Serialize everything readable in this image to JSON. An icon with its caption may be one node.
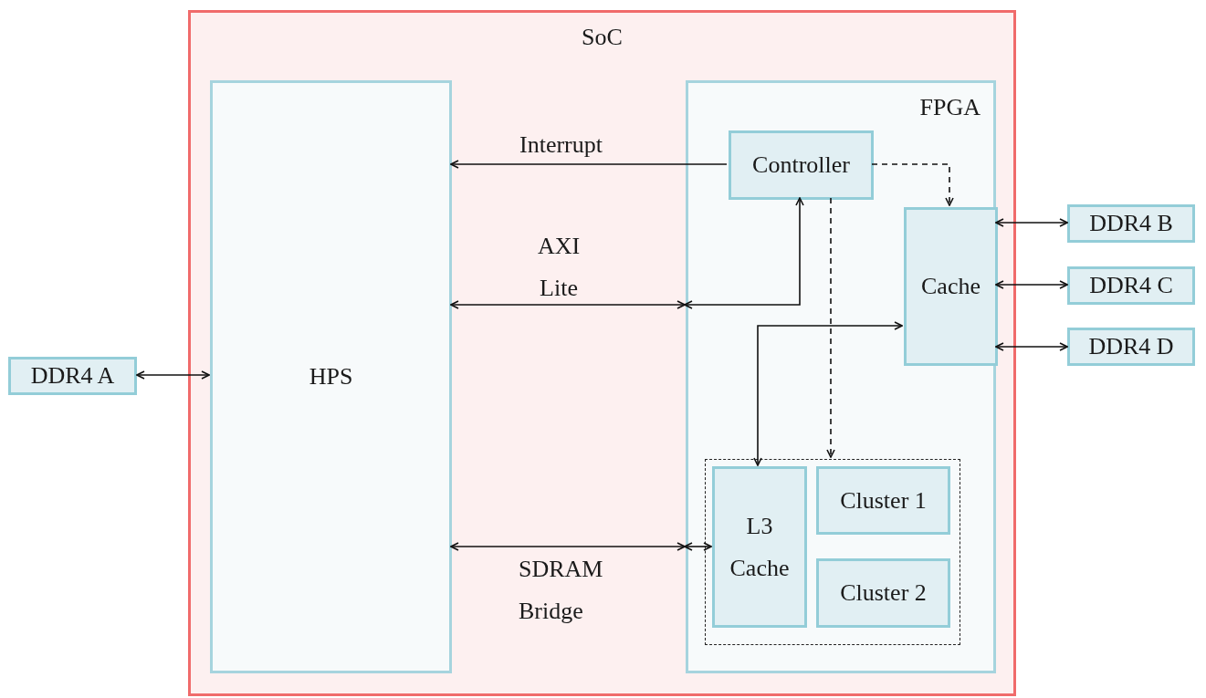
{
  "diagram": {
    "nodes": [
      {
        "text": [
          "SoC"
        ]
      },
      {
        "text": [
          "HPS"
        ],
        "in": 0
      },
      {
        "text": [
          "FPGA"
        ],
        "in": 0
      },
      {
        "text": [
          "Controller"
        ],
        "in": 2
      },
      {
        "text": [
          "Cache"
        ],
        "in": 2
      },
      {
        "text": [],
        "shape": "box",
        "in": 2
      },
      {
        "text": [
          "L3 Cache"
        ],
        "in": 5
      },
      {
        "text": [
          "Cluster 1"
        ],
        "in": 5
      },
      {
        "text": [
          "Cluster 2"
        ],
        "in": 5
      },
      {
        "text": [
          "DDR4 A"
        ]
      },
      {
        "text": [
          "DDR4 B"
        ]
      },
      {
        "text": [
          "DDR4 C"
        ]
      },
      {
        "text": [
          "DDR4 D"
        ]
      }
    ],
    "edges": [
      {
        "from": 3,
        "to": 1,
        "arrow": "to",
        "label": "Interrupt"
      },
      {
        "from": 1,
        "to": 2,
        "arrow": "both",
        "label": "AXI Lite"
      },
      {
        "from": 2,
        "to": 3,
        "arrow": "both"
      },
      {
        "from": 3,
        "to": 4,
        "arrow": "to",
        "style": "dashed"
      },
      {
        "from": 3,
        "to": 5,
        "arrow": "to",
        "style": "dashed"
      },
      {
        "from": 4,
        "to": 6,
        "arrow": "both"
      },
      {
        "from": 1,
        "to": 2,
        "arrow": "both",
        "label": "SDRAM Bridge"
      },
      {
        "from": 2,
        "to": 6,
        "arrow": "both"
      },
      {
        "from": 9,
        "to": 1,
        "arrow": "both"
      },
      {
        "from": 4,
        "to": 10,
        "arrow": "both"
      },
      {
        "from": 4,
        "to": 11,
        "arrow": "both"
      },
      {
        "from": 4,
        "to": 12,
        "arrow": "both"
      }
    ]
  }
}
